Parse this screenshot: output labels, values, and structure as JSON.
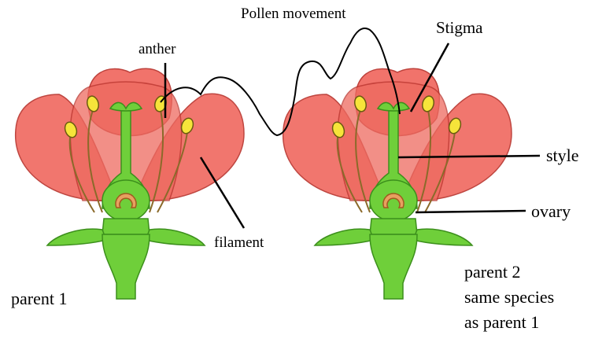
{
  "labels": {
    "anther": "anther",
    "filament": "filament",
    "pollen_movement": "Pollen movement",
    "stigma": "Stigma",
    "style": "style",
    "ovary": "ovary",
    "parent_1": "parent 1",
    "parent_2_line1": "parent 2",
    "parent_2_line2": "same species",
    "parent_2_line3": "as parent 1"
  },
  "colors": {
    "petal_fill": "#f0685f",
    "petal_stroke": "#b8322c",
    "green": "#6fcf3a",
    "green_dark": "#3c8f1c",
    "anther_yellow": "#f6e43a",
    "ovule_orange": "#e8a060",
    "line": "#000000"
  }
}
